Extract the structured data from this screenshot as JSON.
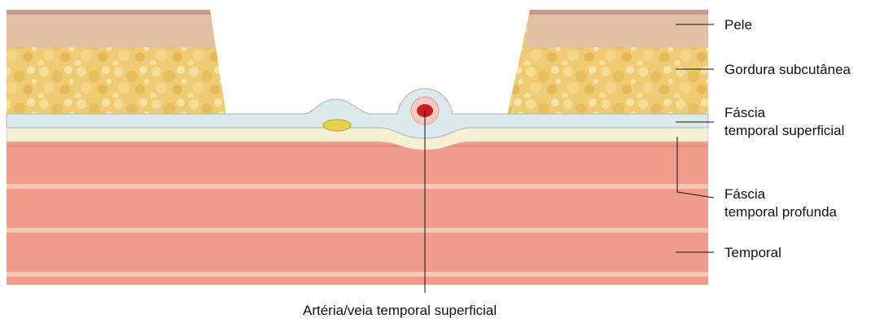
{
  "labels": {
    "pele": "Pele",
    "gordura": "Gordura subcutânea",
    "fascia_superficial_1": "Fáscia",
    "fascia_superficial_2": "temporal superficial",
    "fascia_profunda_1": "Fáscia",
    "fascia_profunda_2": "temporal profunda",
    "temporal": "Temporal",
    "arteria": "Artéria/veia temporal superficial"
  },
  "colors": {
    "skin": "#e3bfa3",
    "skin_top": "#c49a8e",
    "fat": "#efcb73",
    "fascia_superficial": "#dde9ea",
    "fascia_profunda": "#f6efd4",
    "muscle": "#ef9c8c",
    "muscle_band": "#f7c7b5",
    "artery": "#c81e21",
    "nerve": "#e9d24b"
  }
}
